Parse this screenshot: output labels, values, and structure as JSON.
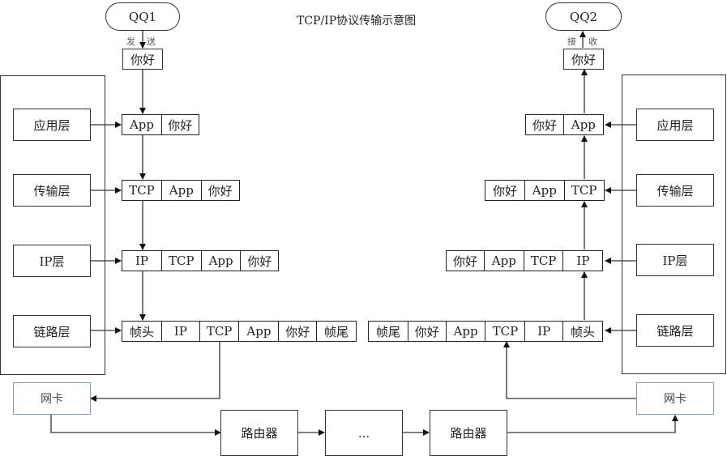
{
  "title": "TCP/IP协议传输示意图",
  "sender": {
    "name": "QQ1",
    "action_left": "发",
    "action_right": "送",
    "message": "你好"
  },
  "receiver": {
    "name": "QQ2",
    "action_left": "接",
    "action_right": "收",
    "message": "你好"
  },
  "left_layers": [
    "应用层",
    "传输层",
    "IP层",
    "链路层"
  ],
  "right_layers": [
    "应用层",
    "传输层",
    "IP层",
    "链路层"
  ],
  "left_packets": [
    [
      "App",
      "你好"
    ],
    [
      "TCP",
      "App",
      "你好"
    ],
    [
      "IP",
      "TCP",
      "App",
      "你好"
    ],
    [
      "帧头",
      "IP",
      "TCP",
      "App",
      "你好",
      "帧尾"
    ]
  ],
  "right_packets": [
    [
      "你好",
      "App"
    ],
    [
      "你好",
      "App",
      "TCP"
    ],
    [
      "你好",
      "App",
      "TCP",
      "IP"
    ],
    [
      "帧尾",
      "你好",
      "App",
      "TCP",
      "IP",
      "帧头"
    ]
  ],
  "left_nic": "网卡",
  "right_nic": "网卡",
  "network": [
    "路由器",
    "...",
    "路由器"
  ],
  "colors": {
    "line": "#333333",
    "nic_border": "#7a9cc4"
  }
}
